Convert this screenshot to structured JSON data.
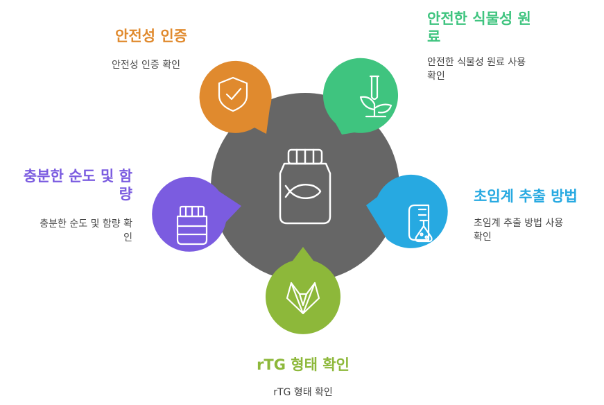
{
  "colors": {
    "hub": "#666666",
    "safety": "#E08A2E",
    "plant": "#3FC47F",
    "extraction": "#27A9E1",
    "rtg": "#8DB83A",
    "purity": "#7B5CE0"
  },
  "hub": {
    "icon": "supplement-jar-fish-icon"
  },
  "items": {
    "safety": {
      "title": "안전성 인증",
      "desc": "안전성 인증 확인",
      "icon": "shield-check-icon"
    },
    "plant": {
      "title_line1": "안전한 식물성 원",
      "title_line2": "료",
      "desc_line1": "안전한 식물성 원료 사용",
      "desc_line2": "확인",
      "icon": "plant-test-tube-icon"
    },
    "extraction": {
      "title": "초임계 추출 방법",
      "desc_line1": "초임계 추출 방법 사용",
      "desc_line2": "확인",
      "icon": "flask-document-icon"
    },
    "rtg": {
      "title": "rTG 형태 확인",
      "desc": "rTG 형태 확인",
      "icon": "fish-tail-icon"
    },
    "purity": {
      "title_line1": "충분한 순도 및 함",
      "title_line2": "량",
      "desc_line1": "충분한 순도 및 함량 확",
      "desc_line2": "인",
      "icon": "supplement-bottle-icon"
    }
  }
}
